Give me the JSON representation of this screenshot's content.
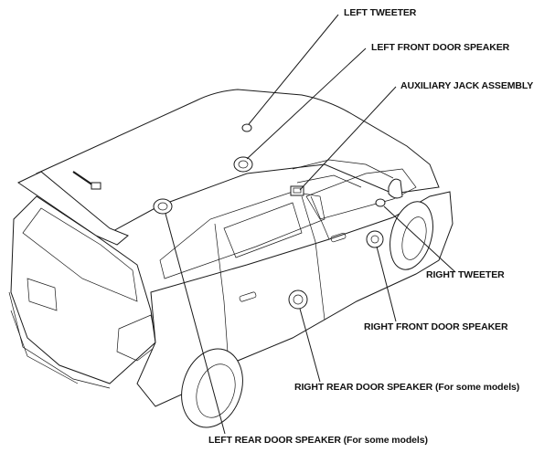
{
  "labels": {
    "left_tweeter": "LEFT TWEETER",
    "left_front_door_speaker": "LEFT FRONT DOOR SPEAKER",
    "auxiliary_jack_assembly": "AUXILIARY JACK ASSEMBLY",
    "right_tweeter": "RIGHT TWEETER",
    "right_front_door_speaker": "RIGHT FRONT DOOR SPEAKER",
    "right_rear_door_speaker": "RIGHT REAR DOOR SPEAKER (For some models)",
    "left_rear_door_speaker": "LEFT REAR DOOR SPEAKER (For some models)"
  },
  "colors": {
    "ink": "#1a1a1a",
    "background": "#ffffff"
  }
}
